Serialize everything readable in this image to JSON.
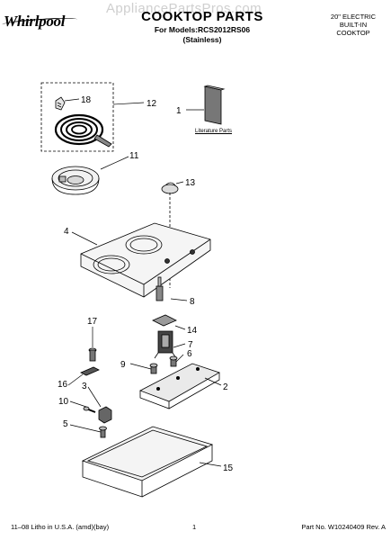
{
  "header": {
    "brand": "Whirlpool",
    "watermark": "AppliancePartsPros.com",
    "title": "COOKTOP PARTS",
    "models_line": "For Models:RCS2012RS06",
    "models_sub": "(Stainless)",
    "spec": [
      "20\" ELECTRIC",
      "BUILT-IN",
      "COOKTOP"
    ]
  },
  "literature_label": "Literature Parts",
  "callouts": [
    "1",
    "2",
    "3",
    "4",
    "5",
    "6",
    "7",
    "8",
    "9",
    "10",
    "11",
    "12",
    "13",
    "14",
    "15",
    "16",
    "17",
    "18"
  ],
  "footer": {
    "left": "11–08 Litho in U.S.A. (amd)(bay)",
    "center": "1",
    "right": "Part No. W10240409 Rev. A"
  }
}
